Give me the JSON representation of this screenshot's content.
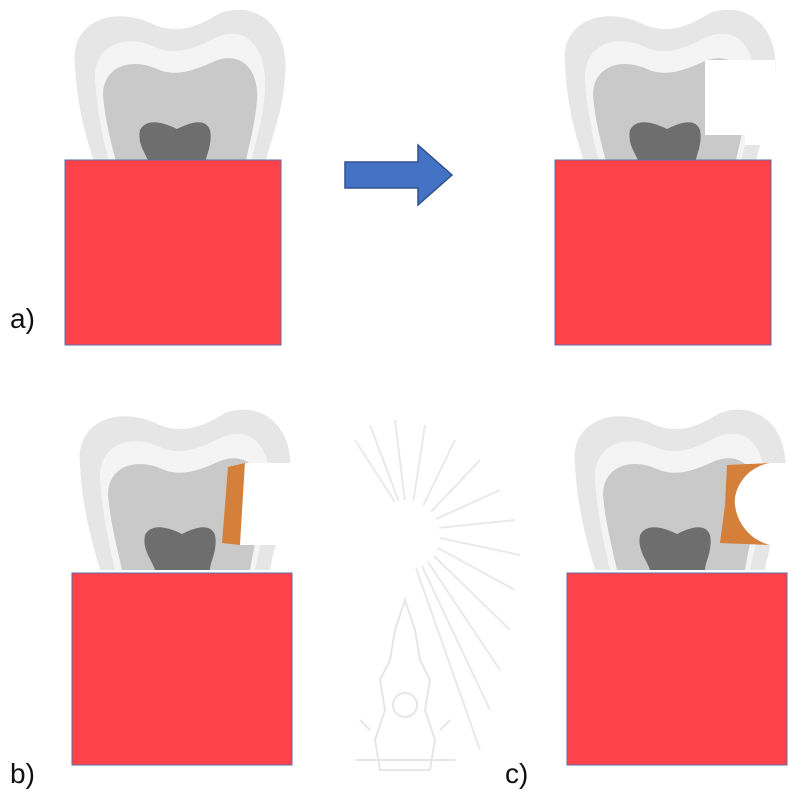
{
  "labels": {
    "a": "a)",
    "b": "b)",
    "c": "c)"
  },
  "colors": {
    "block_fill": "#fe424a",
    "block_stroke": "#5a6ea8",
    "arrow_fill": "#4472c4",
    "arrow_stroke": "#2f528f",
    "restoration_fill": "#d4803a",
    "enamel": "#e6e6e6",
    "dentin": "#c8c8c8",
    "pulp": "#6e6e6e"
  },
  "panels": [
    {
      "id": "a-before",
      "cavity": "none"
    },
    {
      "id": "a-after",
      "cavity": "prepared"
    },
    {
      "id": "b",
      "cavity": "restoration-flat"
    },
    {
      "id": "c",
      "cavity": "restoration-curved"
    }
  ]
}
